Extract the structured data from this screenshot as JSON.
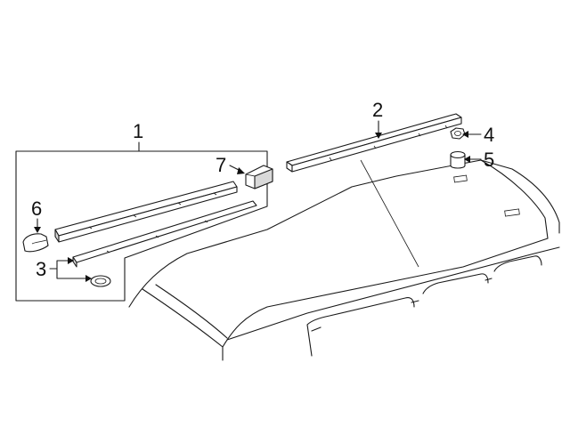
{
  "callouts": {
    "c1": "1",
    "c2": "2",
    "c3": "3",
    "c4": "4",
    "c5": "5",
    "c6": "6",
    "c7": "7"
  },
  "colors": {
    "line": "#1a1a1a",
    "background": "#ffffff",
    "shade": "#d9d9d9"
  }
}
